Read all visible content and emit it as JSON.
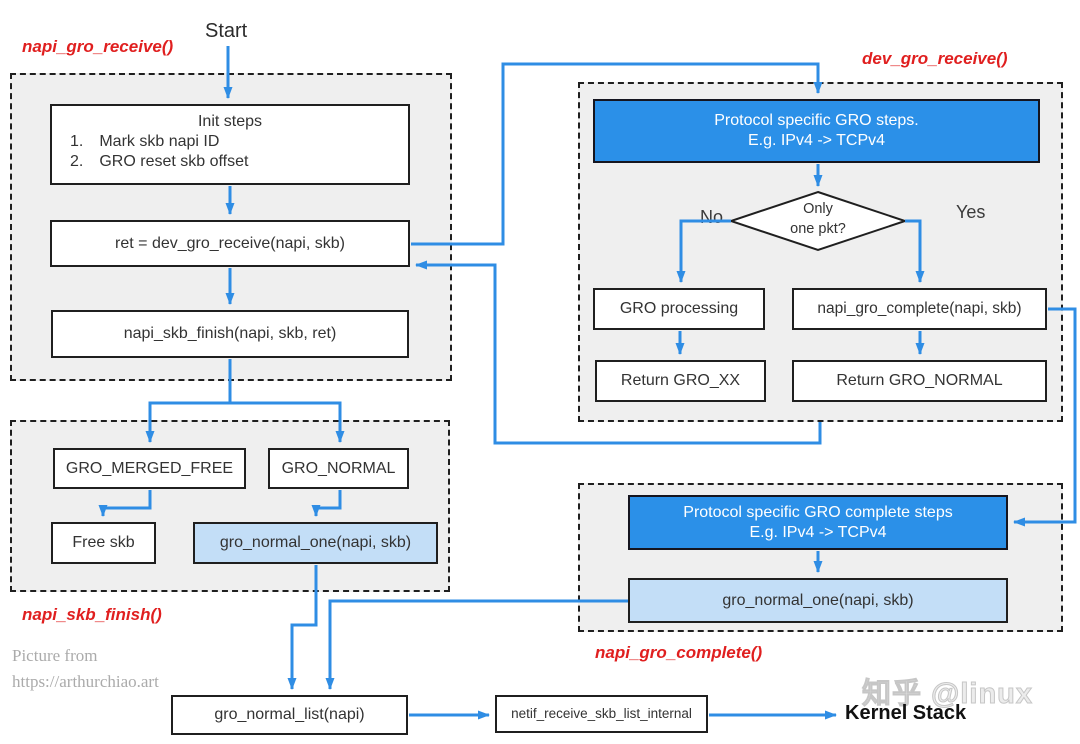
{
  "start_label": "Start",
  "section_labels": {
    "napi_gro_receive": "napi_gro_receive()",
    "dev_gro_receive": "dev_gro_receive()",
    "napi_skb_finish": "napi_skb_finish()",
    "napi_gro_complete": "napi_gro_complete()"
  },
  "nodes": {
    "init": {
      "title": "Init steps",
      "steps": [
        {
          "num": "1.",
          "text": "Mark skb napi ID"
        },
        {
          "num": "2.",
          "text": "GRO reset skb offset"
        }
      ]
    },
    "ret_dev_gro_receive": "ret = dev_gro_receive(napi, skb)",
    "napi_skb_finish": "napi_skb_finish(napi, skb, ret)",
    "gro_merged_free": "GRO_MERGED_FREE",
    "gro_normal": "GRO_NORMAL",
    "free_skb": "Free skb",
    "gro_normal_one_left": "gro_normal_one(napi, skb)",
    "proto_gro_steps": {
      "line1": "Protocol specific GRO steps.",
      "line2": "E.g. IPv4 -> TCPv4"
    },
    "decision": {
      "line1": "Only",
      "line2": "one pkt?"
    },
    "no_label": "No",
    "yes_label": "Yes",
    "gro_processing": "GRO processing",
    "napi_gro_complete_box": "napi_gro_complete(napi, skb)",
    "return_gro_xx": "Return GRO_XX",
    "return_gro_normal": "Return GRO_NORMAL",
    "proto_gro_complete": {
      "line1": "Protocol specific GRO complete steps",
      "line2": "E.g. IPv4 -> TCPv4"
    },
    "gro_normal_one_right": "gro_normal_one(napi, skb)",
    "gro_normal_list": "gro_normal_list(napi)",
    "netif_receive": "netif_receive_skb_list_internal",
    "kernel_stack": "Kernel Stack"
  },
  "credit": {
    "line1": "Picture from",
    "line2": "https://arthurchiao.art"
  },
  "watermark": "知乎 @linux",
  "colors": {
    "arrow_blue": "#2f8de4",
    "box_blue": "#2b90e8",
    "box_light_blue": "#c3def7",
    "label_red": "#e01f1f",
    "region_bg": "#efefef"
  }
}
